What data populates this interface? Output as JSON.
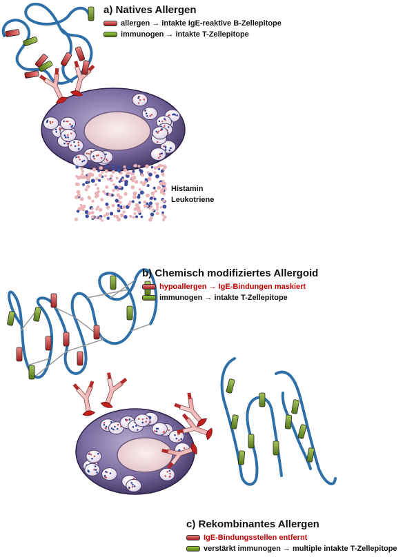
{
  "panel_a": {
    "title": "a) Natives Allergen",
    "legend_red": "allergen → intakte IgE-reaktive B-Zellepitope",
    "legend_green": "immunogen → intakte T-Zellepitope",
    "mediator_1": "Histamin",
    "mediator_2": "Leukotriene"
  },
  "panel_b": {
    "title": "b) Chemisch modifiziertes Allergoid",
    "legend_red": "hypoallergen → IgE-Bindungen maskiert",
    "legend_green": "immunogen → intakte T-Zellepitope"
  },
  "panel_c": {
    "title": "c) Rekombinantes Allergen",
    "legend_red": "IgE-Bindungsstellen entfernt",
    "legend_green": "verstärkt immunogen → multiple intakte T-Zellepitope"
  },
  "colors": {
    "chain": "#2f6fa8",
    "b_epitope": "#b12a2a",
    "t_epitope": "#6b8e23",
    "cell": "#6a5a8e",
    "antibody": "#f2b6b6",
    "highlight_text": "#c00000"
  }
}
